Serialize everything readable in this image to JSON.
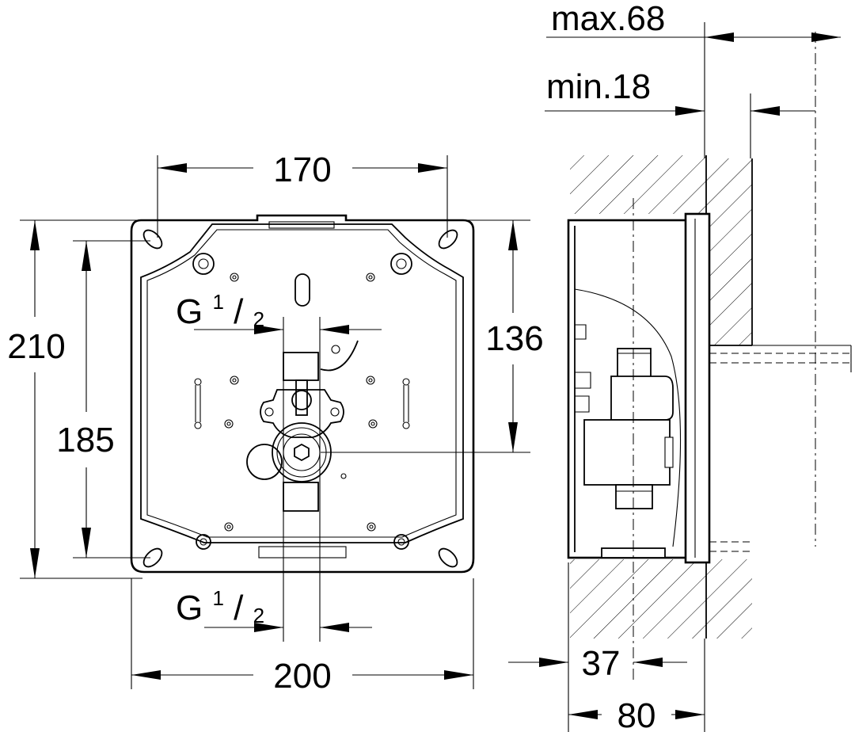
{
  "dimensions": {
    "hole_spacing_width": "170",
    "hole_spacing_height": "185",
    "frame_height": "210",
    "frame_width": "200",
    "center_to_bottom": "136",
    "depth_max": "max.68",
    "depth_min": "min.18",
    "front_offset": "37",
    "total_depth": "80"
  },
  "thread_labels": {
    "top": {
      "prefix": "G",
      "numerator": "1",
      "slash": "/",
      "denominator": "2"
    },
    "bottom": {
      "prefix": "G",
      "numerator": "1",
      "slash": "/",
      "denominator": "2"
    }
  }
}
